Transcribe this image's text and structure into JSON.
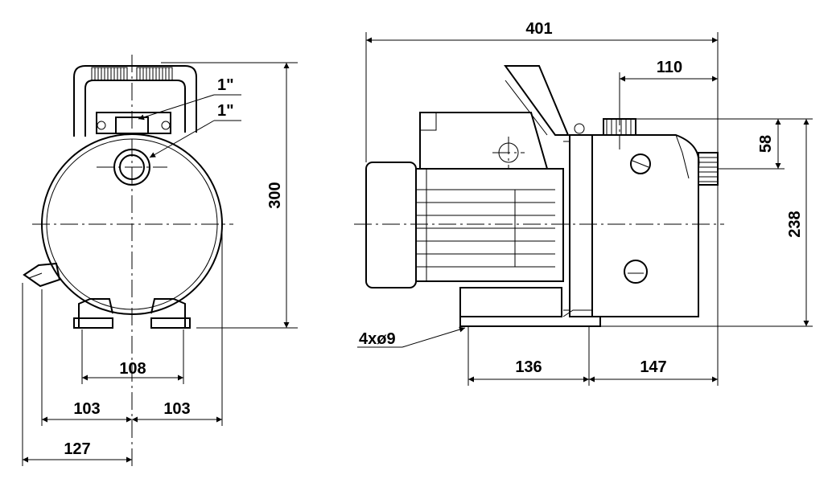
{
  "dimensions": {
    "overall_length": "401",
    "outlet_offset": "110",
    "outlet_height_above_axis": "58",
    "axis_height": "238",
    "overall_height": "300",
    "foot_width": "108",
    "half_width_left": "103",
    "half_width_right": "103",
    "max_half_width": "127",
    "foot_hole_distance": "136",
    "front_to_hole": "147"
  },
  "annotations": {
    "outlet_thread": "1\"",
    "inlet_thread": "1\"",
    "mounting_holes": "4xø9"
  }
}
